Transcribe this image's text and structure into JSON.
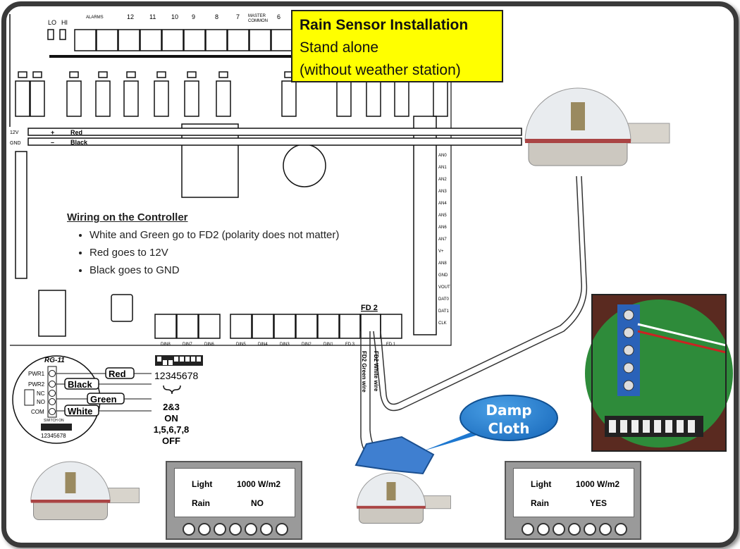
{
  "title_box": {
    "title": "Rain Sensor Installation",
    "line2": "Stand alone",
    "line3": "(without weather station)"
  },
  "wiring": {
    "heading": "Wiring on the Controller",
    "items": [
      "White and Green go to FD2 (polarity does not matter)",
      "Red goes to 12V",
      "Black goes to GND"
    ]
  },
  "board": {
    "top_labels": {
      "alarms": "ALARMS",
      "lo": "LO",
      "hi": "HI",
      "master": "MASTER",
      "common": "COMMON",
      "zones": [
        "12",
        "11",
        "10",
        "9",
        "8",
        "7",
        "6"
      ]
    },
    "power": {
      "v12": "12V",
      "gnd": "GND",
      "plus": "+",
      "minus": "–",
      "red": "Red",
      "black": "Black"
    },
    "right_labels": [
      "AN0",
      "AN1",
      "AN2",
      "AN3",
      "AN4",
      "AN5",
      "AN6",
      "AN7",
      "V+",
      "AN8",
      "GND",
      "VOUT",
      "DAT0",
      "DAT1",
      "CLK"
    ],
    "din_labels": [
      "DIN8",
      "DIN7",
      "DIN6",
      "DIN5",
      "DIN4",
      "DIN3",
      "DIN2",
      "DIN1",
      "FD 3",
      "FD 1"
    ],
    "fd2": "FD 2",
    "green_wire": "FD2 Green wire",
    "white_wire": "FD2 White wire",
    "dip_numbers": "12345678",
    "dip_note": [
      "2&3",
      "ON",
      "1,5,6,7,8",
      "OFF"
    ]
  },
  "rg11": {
    "model": "RG-11",
    "terminals": [
      "PWR1",
      "PWR2",
      "NC",
      "NO",
      "COM"
    ],
    "wires": [
      "Red",
      "Black",
      "Green",
      "White"
    ],
    "switch_label": "SWITCH ON",
    "switch_numbers": "12345678"
  },
  "callout": {
    "line1": "Damp",
    "line2": "Cloth"
  },
  "displays": [
    {
      "light_label": "Light",
      "light_value": "1000 W/m2",
      "rain_label": "Rain",
      "rain_value": "NO"
    },
    {
      "light_label": "Light",
      "light_value": "1000 W/m2",
      "rain_label": "Rain",
      "rain_value": "YES"
    }
  ],
  "colors": {
    "highlight": "#ffff00",
    "callout": "#1e78d0",
    "frame": "#3a3a3a",
    "pcb": "#2e8b3a"
  }
}
